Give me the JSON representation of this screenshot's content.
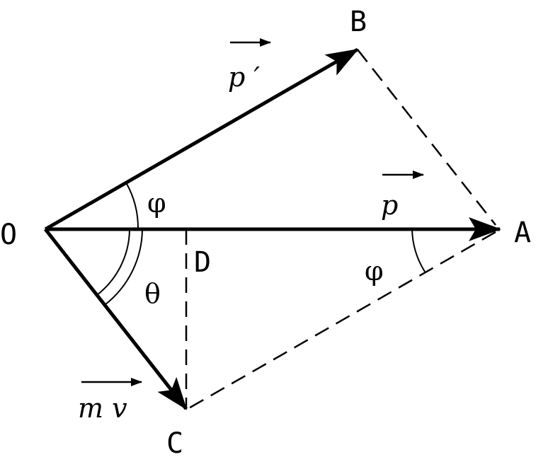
{
  "points": {
    "O": "O",
    "A": "A",
    "B": "B",
    "C": "C",
    "D": "D"
  },
  "angles": {
    "phi_top": "φ",
    "theta": "θ",
    "phi_right": "φ"
  },
  "vectors": {
    "p": "p",
    "p_prime": "p ′",
    "mv": "m  v"
  }
}
